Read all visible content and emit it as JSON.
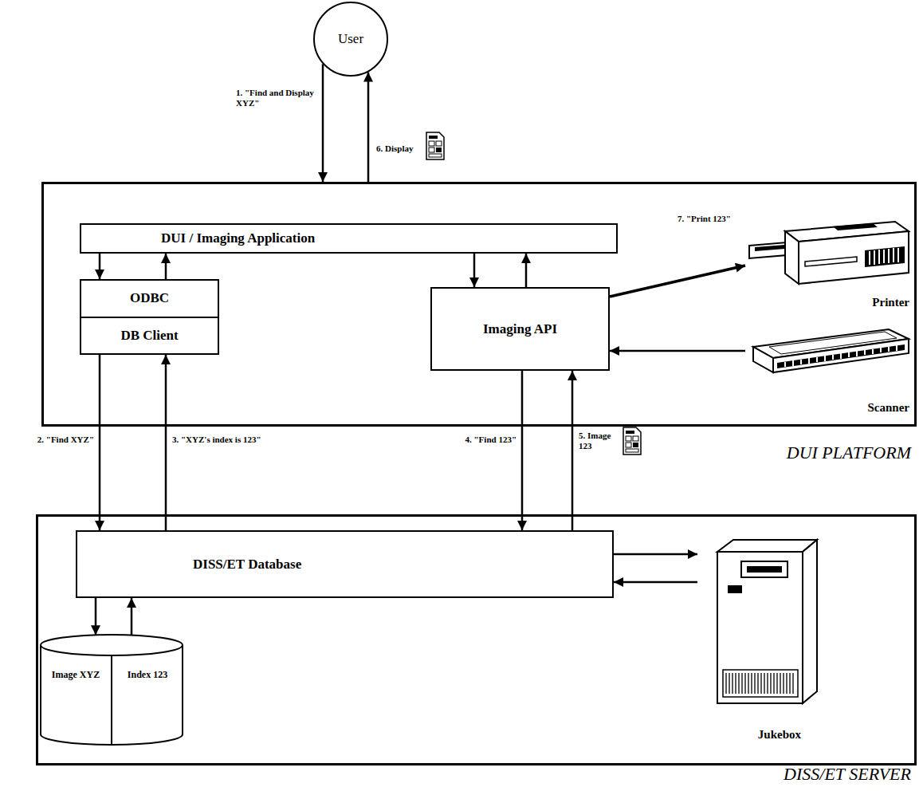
{
  "diagram": {
    "nodes": [
      {
        "text": [
          "User"
        ]
      },
      {
        "text": [
          "DUI PLATFORM"
        ]
      },
      {
        "text": [
          "DUI / Imaging Application"
        ],
        "in": 1
      },
      {
        "text": [
          "ODBC",
          "DB Client"
        ],
        "in": 1
      },
      {
        "text": [
          "Imaging API"
        ],
        "in": 1
      },
      {
        "text": [
          "Printer"
        ],
        "in": 1
      },
      {
        "text": [
          "Scanner"
        ],
        "in": 1
      },
      {
        "text": [
          "DISS/ET SERVER"
        ]
      },
      {
        "text": [
          "DISS/ET Database"
        ],
        "in": 7
      },
      {
        "text": [
          "Image XYZ",
          "Index 123"
        ],
        "in": 7
      },
      {
        "text": [
          "Jukebox"
        ],
        "in": 7
      }
    ],
    "edges": [
      {
        "from": 0,
        "to": 1,
        "label": "1. \"Find and Display XYZ\"",
        "arrow": "to"
      },
      {
        "from": 1,
        "to": 0,
        "label": "6. Display",
        "arrow": "to"
      },
      {
        "from": 2,
        "to": 3,
        "arrow": "to"
      },
      {
        "from": 3,
        "to": 2,
        "arrow": "to"
      },
      {
        "from": 2,
        "to": 4,
        "arrow": "to"
      },
      {
        "from": 4,
        "to": 2,
        "arrow": "to"
      },
      {
        "from": 4,
        "to": 5,
        "label": "7. \"Print 123\"",
        "arrow": "to"
      },
      {
        "from": 6,
        "to": 4,
        "arrow": "to"
      },
      {
        "from": 3,
        "to": 8,
        "label": "2. \"Find XYZ\"",
        "arrow": "to"
      },
      {
        "from": 8,
        "to": 3,
        "label": "3. \"XYZ's index is 123\"",
        "arrow": "to"
      },
      {
        "from": 4,
        "to": 8,
        "label": "4. \"Find 123\"",
        "arrow": "to"
      },
      {
        "from": 8,
        "to": 4,
        "label": "5. Image 123",
        "arrow": "to"
      },
      {
        "from": 8,
        "to": 10,
        "arrow": "to"
      },
      {
        "from": 10,
        "to": 8,
        "arrow": "to"
      },
      {
        "from": 8,
        "to": 9,
        "arrow": "to"
      },
      {
        "from": 9,
        "to": 8,
        "arrow": "to"
      }
    ]
  }
}
